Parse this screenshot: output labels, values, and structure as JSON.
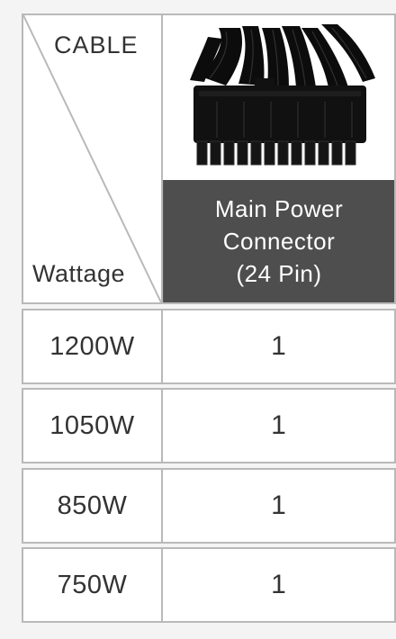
{
  "header": {
    "corner_top_label": "CABLE",
    "corner_bottom_label": "Wattage",
    "connector_image": "24-pin-atx-connector-image",
    "connector_name_lines": [
      "Main Power",
      "Connector",
      "(24 Pin)"
    ],
    "connector_bg_color": "#4e4e4e"
  },
  "rows": [
    {
      "wattage": "1200W",
      "count": "1"
    },
    {
      "wattage": "1050W",
      "count": "1"
    },
    {
      "wattage": "850W",
      "count": "1"
    },
    {
      "wattage": "750W",
      "count": "1"
    }
  ]
}
